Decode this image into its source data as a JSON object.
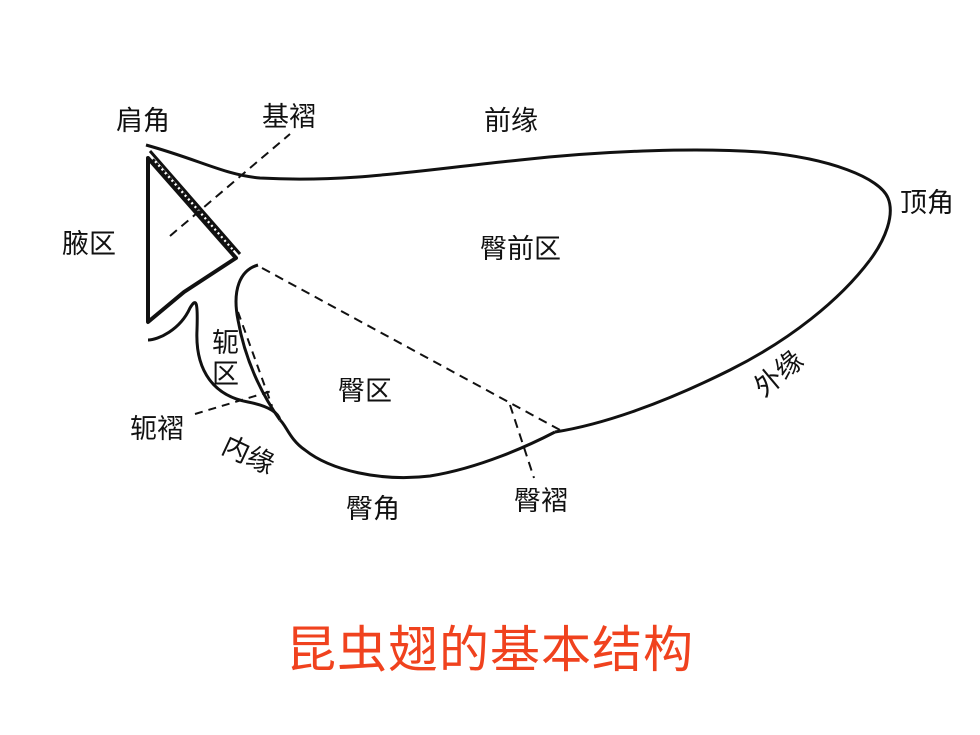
{
  "labels": {
    "shoulder_angle": "肩角",
    "basal_fold": "基褶",
    "costal_margin": "前缘",
    "apex": "顶角",
    "axillary_area": "腋区",
    "remigium": "臀前区",
    "jugal_area_1": "轭",
    "jugal_area_2": "区",
    "anal_area": "臀区",
    "jugal_fold": "轭褶",
    "inner_margin": "内缘",
    "outer_margin": "外缘",
    "anal_angle": "臀角",
    "anal_fold": "臀褶"
  },
  "caption": "昆虫翅的基本结构",
  "colors": {
    "caption": "#f0421e",
    "line": "#111111"
  }
}
